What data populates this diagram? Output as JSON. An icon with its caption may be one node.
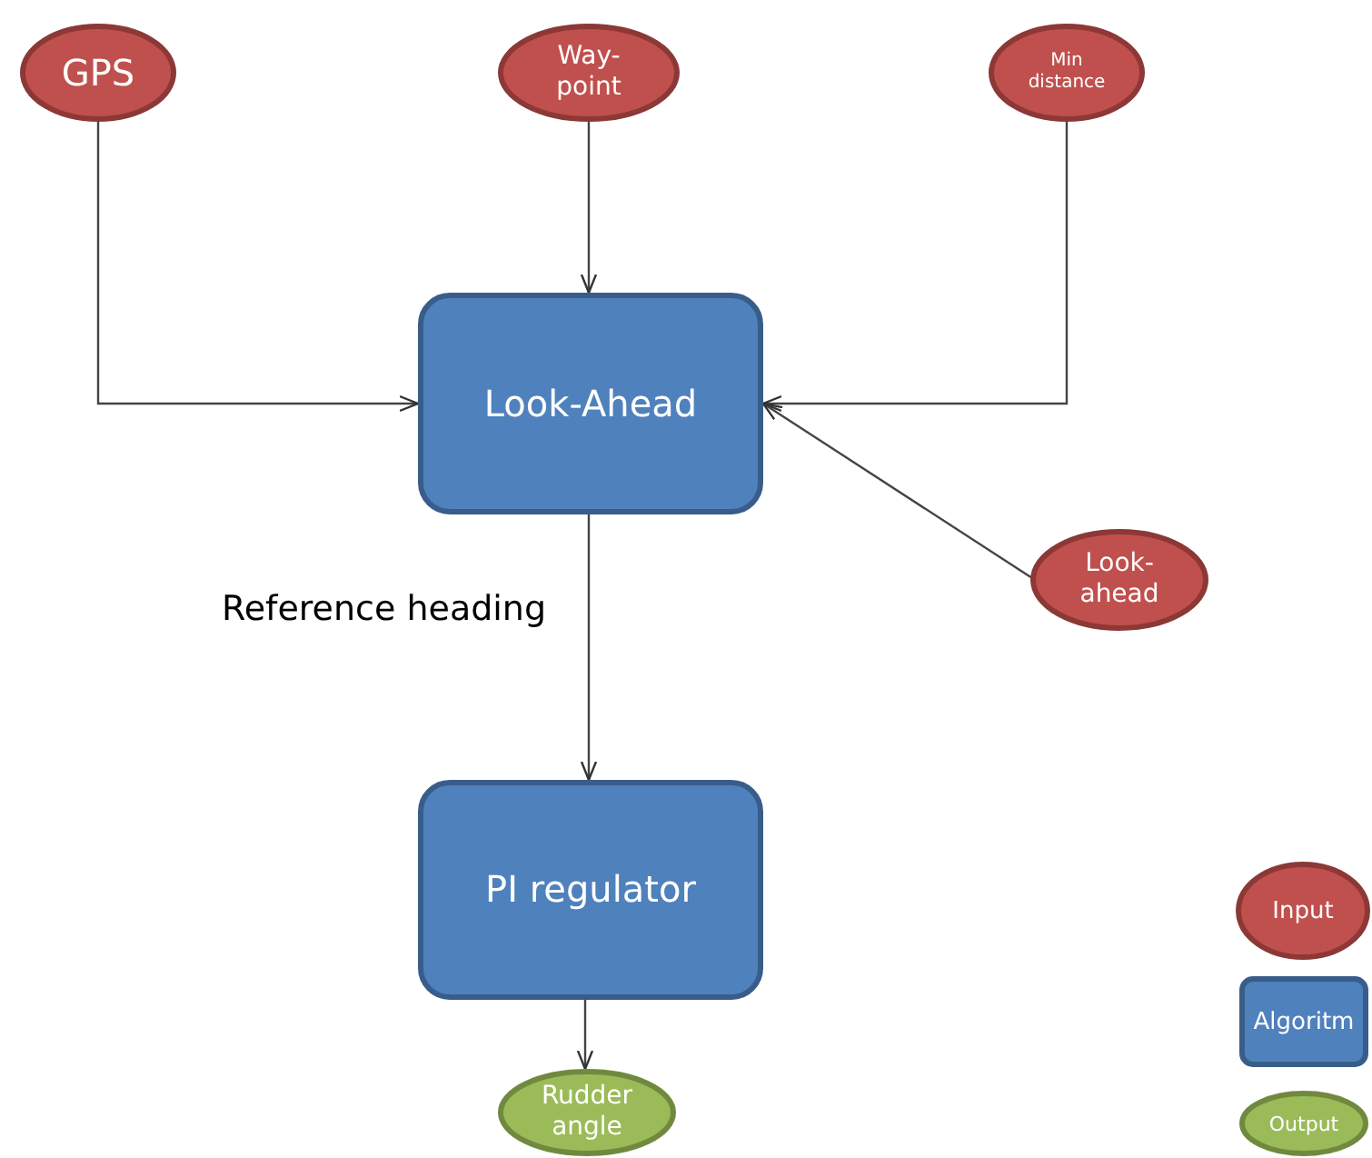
{
  "diagram": {
    "nodes": [
      {
        "text": [
          "GPS"
        ]
      },
      {
        "text": [
          "Way-point"
        ]
      },
      {
        "text": [
          "Min distance"
        ]
      },
      {
        "text": [
          "Look-Ahead"
        ]
      },
      {
        "text": [
          "Look-ahead"
        ]
      },
      {
        "text": [
          "PI regulator"
        ]
      },
      {
        "text": [
          "Rudder angle"
        ]
      }
    ],
    "edges": [
      {
        "from": 0,
        "to": 3,
        "arrow": "to"
      },
      {
        "from": 1,
        "to": 3,
        "arrow": "to"
      },
      {
        "from": 2,
        "to": 3,
        "arrow": "to"
      },
      {
        "from": 4,
        "to": 3,
        "arrow": "to"
      },
      {
        "from": 3,
        "to": 5,
        "arrow": "to",
        "label": "Reference heading"
      },
      {
        "from": 5,
        "to": 6,
        "arrow": "to"
      }
    ],
    "legend": [
      {
        "text": "Input",
        "color": "#c0504d"
      },
      {
        "text": "Algoritm",
        "color": "#4f81bd"
      },
      {
        "text": "Output",
        "color": "#9bbb59"
      }
    ]
  }
}
